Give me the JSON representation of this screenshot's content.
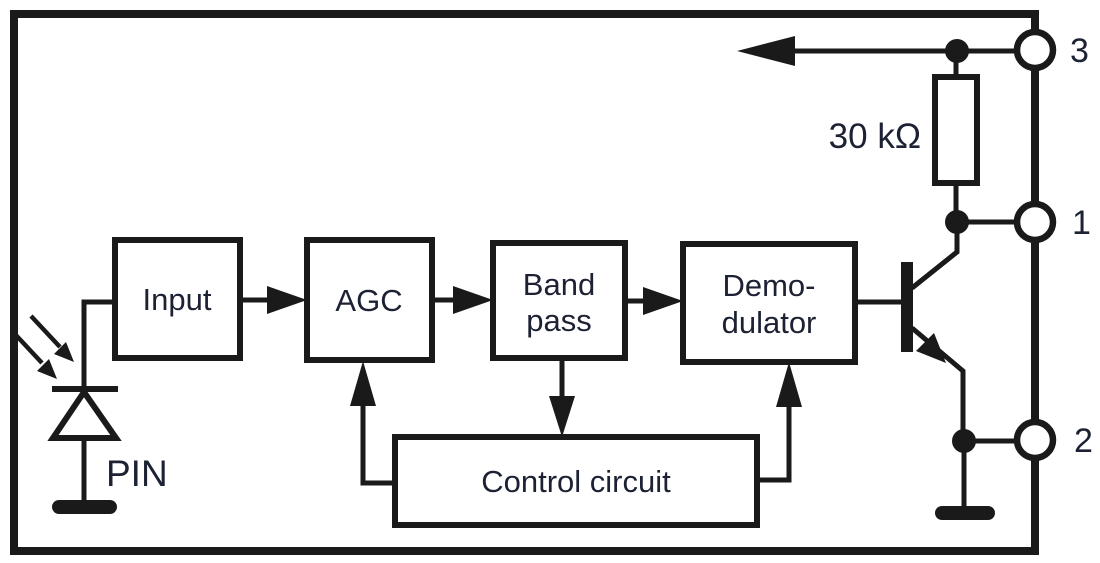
{
  "colors": {
    "background": "#ffffff",
    "line": "#1a1a1a",
    "text": "#1c2133"
  },
  "blocks": {
    "input": {
      "label": "Input"
    },
    "agc": {
      "label": "AGC"
    },
    "bandpass": {
      "lines": [
        "Band",
        "pass"
      ]
    },
    "demodulator": {
      "lines": [
        "Demo-",
        "dulator"
      ]
    },
    "control": {
      "label": "Control circuit"
    }
  },
  "components": {
    "photodiode": {
      "label": "PIN",
      "symbol": "photodiode-icon"
    },
    "resistor": {
      "label": "30 kΩ",
      "symbol": "resistor-icon"
    },
    "transistor": {
      "symbol": "npn-transistor-icon"
    },
    "ground": {
      "symbol": "ground-icon"
    },
    "output_arrow": {
      "symbol": "arrow-left-icon"
    }
  },
  "pins": [
    {
      "number": "3"
    },
    {
      "number": "1"
    },
    {
      "number": "2"
    }
  ]
}
